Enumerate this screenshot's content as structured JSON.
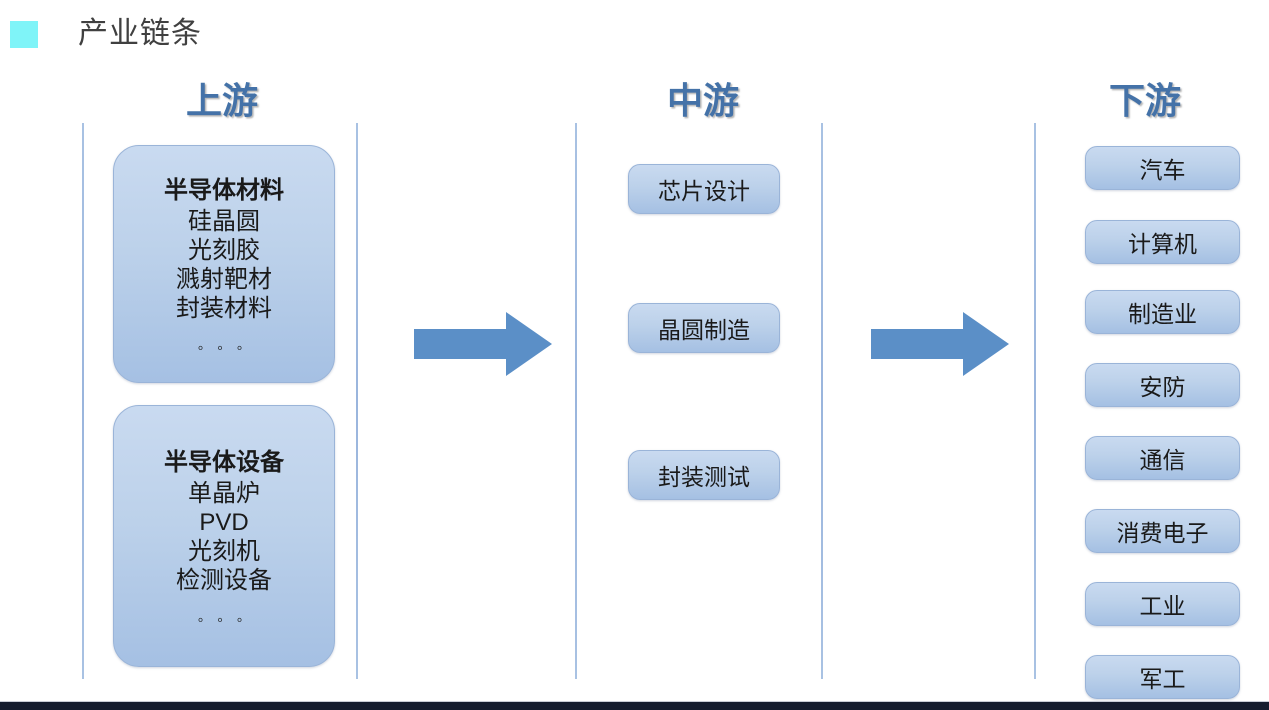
{
  "slide": {
    "title": "产业链条",
    "bullet_color": "#7ff4f8",
    "header_color": "#4472a8",
    "box_fill_top": "#c9daf0",
    "box_fill_bottom": "#a5c0e3",
    "arrow_color": "#5b8fc7",
    "divider_color": "#9ab5dd",
    "bottom_bar_color": "#151c2e"
  },
  "columns": {
    "upstream": {
      "header": "上游",
      "groups": [
        {
          "title": "半导体材料",
          "items": [
            "硅晶圆",
            "光刻胶",
            "溅射靶材",
            "封装材料"
          ],
          "ellipsis": "。。。"
        },
        {
          "title": "半导体设备",
          "items": [
            "单晶炉",
            "PVD",
            "光刻机",
            "检测设备"
          ],
          "ellipsis": "。。。"
        }
      ]
    },
    "midstream": {
      "header": "中游",
      "boxes": [
        "芯片设计",
        "晶圆制造",
        "封装测试"
      ]
    },
    "downstream": {
      "header": "下游",
      "boxes": [
        "汽车",
        "计算机",
        "制造业",
        "安防",
        "通信",
        "消费电子",
        "工业",
        "军工"
      ]
    }
  },
  "arrows": [
    {
      "name": "upstream-to-midstream"
    },
    {
      "name": "midstream-to-downstream"
    }
  ]
}
